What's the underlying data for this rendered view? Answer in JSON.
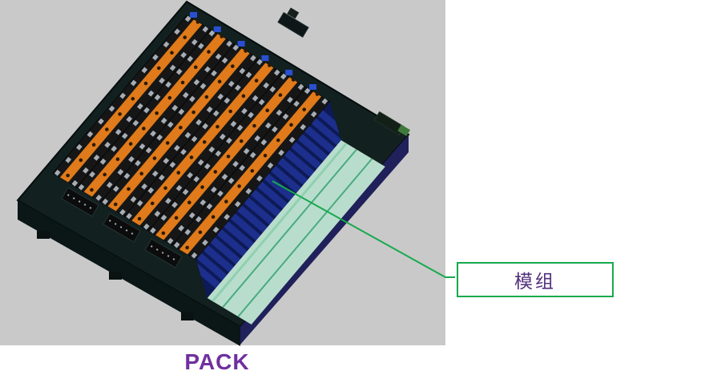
{
  "scene": {
    "page_background": "#ffffff",
    "viewport_background": "#c9c9c9"
  },
  "pack": {
    "module_rows": 6,
    "colors": {
      "tray_top": "#122020",
      "tray_wall_left": "#0b1616",
      "tray_wall_right": "#20205a",
      "module_body": "#161616",
      "busbar": "#e07a1a",
      "cell_terminal": "#a7adb5",
      "busbar_bolt": "#2b1a06",
      "side_wall": "#1c2f8c",
      "side_wall_dark": "#0d1a55",
      "floor": "#b9ddcc",
      "floor_line": "#49ab7f",
      "floor_highlight": "#8fd0b0",
      "row_connector": "#2a4fd0",
      "connector_tip_green": "#3f7a3c"
    }
  },
  "annotation": {
    "module_label": "模组",
    "leader_color": "#17a94e",
    "box_border_color": "#17a94e",
    "label_text_color": "#52307c"
  },
  "caption": {
    "text": "PACK",
    "color": "#7030a0"
  }
}
